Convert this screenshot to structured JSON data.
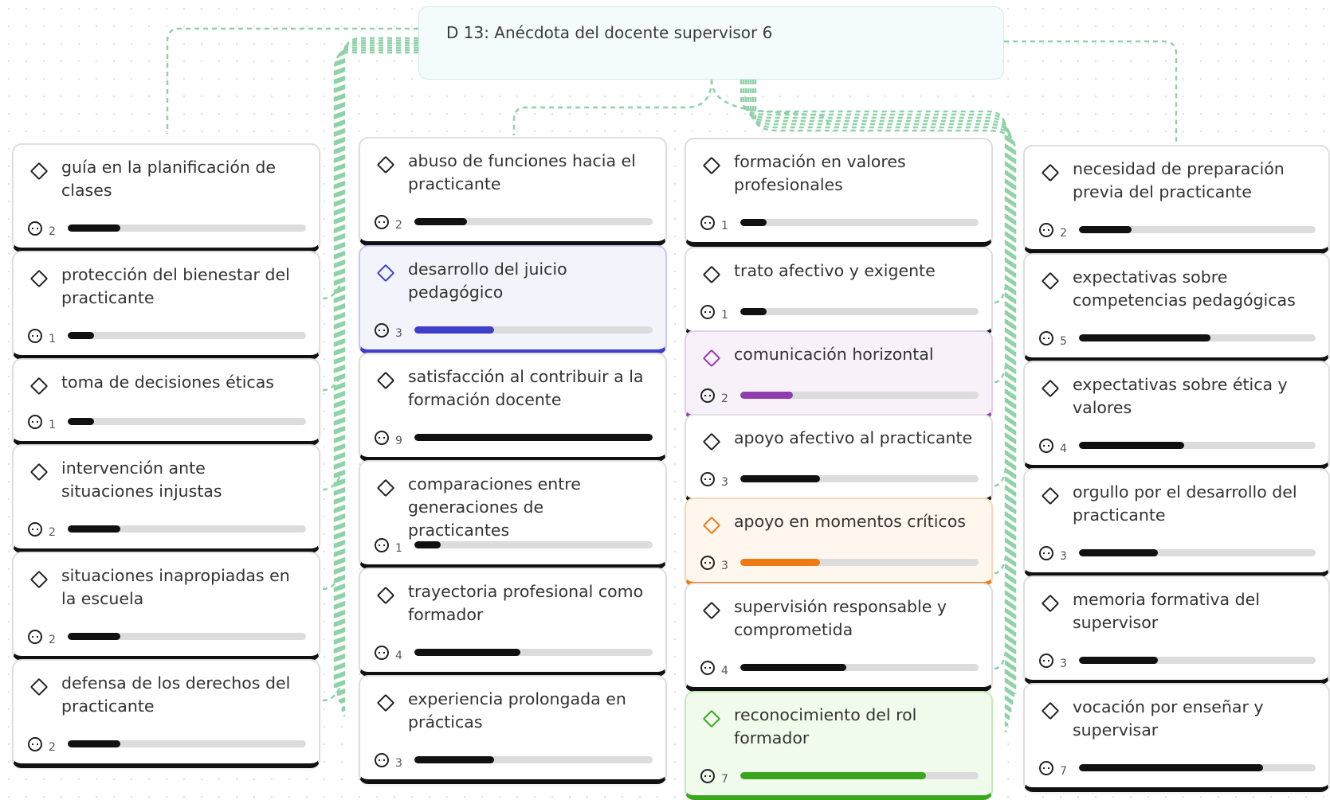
{
  "document": {
    "title": "D 13: Anécdota del docente supervisor 6"
  },
  "max_count": 9,
  "columns": [
    {
      "codes": [
        {
          "label": "guía en la planificación de clases",
          "count": 2
        },
        {
          "label": "protección del bienestar del practicante",
          "count": 1
        },
        {
          "label": "toma de decisiones éticas",
          "count": 1
        },
        {
          "label": "intervención ante situaciones injustas",
          "count": 2
        },
        {
          "label": "situaciones inapropiadas en la escuela",
          "count": 2
        },
        {
          "label": "defensa de los derechos del practicante",
          "count": 2
        }
      ]
    },
    {
      "codes": [
        {
          "label": "abuso de funciones hacia el practicante",
          "count": 2
        },
        {
          "label": "desarrollo del juicio pedagógico",
          "count": 3,
          "color": "#3d3fc8",
          "bg": "#f3f3fb",
          "border": "#c9c9ef"
        },
        {
          "label": "satisfacción al contribuir a la formación docente",
          "count": 9
        },
        {
          "label": "comparaciones entre generaciones de practicantes",
          "count": 1
        },
        {
          "label": "trayectoria profesional como formador",
          "count": 4
        },
        {
          "label": "experiencia prolongada en prácticas",
          "count": 3
        }
      ]
    },
    {
      "codes": [
        {
          "label": "formación en valores profesionales",
          "count": 1
        },
        {
          "label": "trato afectivo y exigente",
          "count": 1
        },
        {
          "label": "comunicación horizontal",
          "count": 2,
          "color": "#8e3cb0",
          "bg": "#f8f1fa",
          "border": "#e3cdec"
        },
        {
          "label": "apoyo afectivo al practicante",
          "count": 3
        },
        {
          "label": "apoyo en momentos críticos",
          "count": 3,
          "color": "#f07a12",
          "bg": "#fff6ee",
          "border": "#f6d6b8"
        },
        {
          "label": "supervisión responsable y comprometida",
          "count": 4
        },
        {
          "label": "reconocimiento del rol formador",
          "count": 7,
          "color": "#3aa61f",
          "bg": "#f1fbec",
          "border": "#c6e9b8"
        }
      ]
    },
    {
      "codes": [
        {
          "label": "necesidad de preparación previa del practicante",
          "count": 2
        },
        {
          "label": "expectativas sobre competencias pedagógicas",
          "count": 5
        },
        {
          "label": "expectativas sobre ética y valores",
          "count": 4
        },
        {
          "label": "orgullo por el desarrollo del practicante",
          "count": 3
        },
        {
          "label": "memoria formativa del supervisor",
          "count": 3
        },
        {
          "label": "vocación por enseñar y supervisar",
          "count": 7
        }
      ]
    }
  ]
}
